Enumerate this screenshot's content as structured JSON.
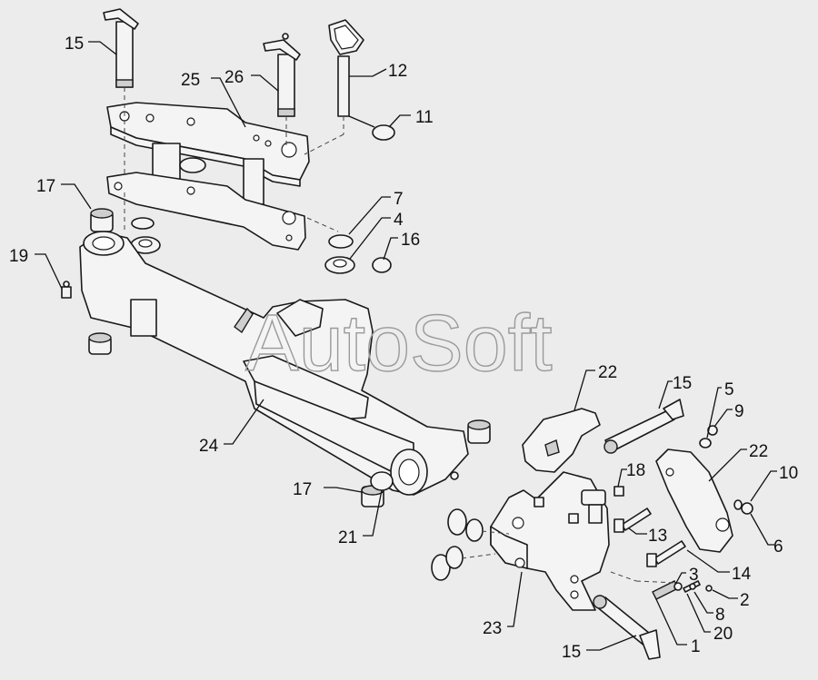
{
  "watermark": "AutoSoft",
  "callouts": [
    {
      "id": "c15a",
      "text": "15"
    },
    {
      "id": "c25",
      "text": "25"
    },
    {
      "id": "c26",
      "text": "26"
    },
    {
      "id": "c12",
      "text": "12"
    },
    {
      "id": "c11",
      "text": "11"
    },
    {
      "id": "c17a",
      "text": "17"
    },
    {
      "id": "c7",
      "text": "7"
    },
    {
      "id": "c4",
      "text": "4"
    },
    {
      "id": "c16",
      "text": "16"
    },
    {
      "id": "c19",
      "text": "19"
    },
    {
      "id": "c22a",
      "text": "22"
    },
    {
      "id": "c15b",
      "text": "15"
    },
    {
      "id": "c5",
      "text": "5"
    },
    {
      "id": "c9",
      "text": "9"
    },
    {
      "id": "c22b",
      "text": "22"
    },
    {
      "id": "c10",
      "text": "10"
    },
    {
      "id": "c24",
      "text": "24"
    },
    {
      "id": "c18",
      "text": "18"
    },
    {
      "id": "c6",
      "text": "6"
    },
    {
      "id": "c17b",
      "text": "17"
    },
    {
      "id": "c13",
      "text": "13"
    },
    {
      "id": "c21",
      "text": "21"
    },
    {
      "id": "c14",
      "text": "14"
    },
    {
      "id": "c3",
      "text": "3"
    },
    {
      "id": "c2",
      "text": "2"
    },
    {
      "id": "c8",
      "text": "8"
    },
    {
      "id": "c23",
      "text": "23"
    },
    {
      "id": "c20",
      "text": "20"
    },
    {
      "id": "c1",
      "text": "1"
    },
    {
      "id": "c15c",
      "text": "15"
    }
  ]
}
